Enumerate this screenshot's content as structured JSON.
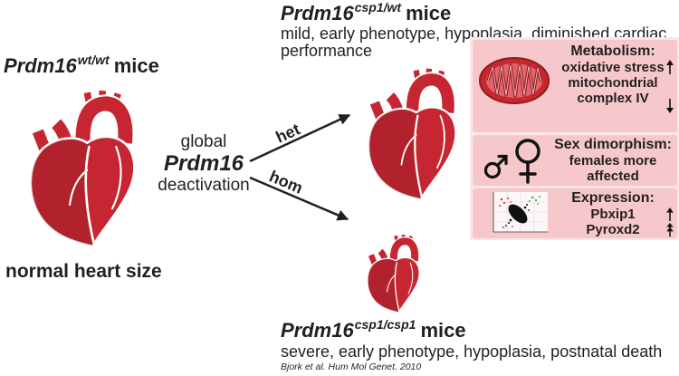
{
  "colors": {
    "heart": "#c62631",
    "box": "#f6c8cc",
    "panel": "#fce6e8",
    "text": "#231f20"
  },
  "wildtype": {
    "gene": "Prdm16",
    "genotype": "wt/wt",
    "suffix": "mice",
    "caption": "normal heart size",
    "illustration": "heart-icon"
  },
  "treatment": {
    "line1": "global",
    "gene": "Prdm16",
    "line3": "deactivation",
    "het_label": "het",
    "hom_label": "hom"
  },
  "heterozygous": {
    "gene": "Prdm16",
    "genotype": "csp1/wt",
    "suffix": "mice",
    "description": "mild, early phenotype, hypoplasia, diminished cardiac performance",
    "illustration": "heart-icon"
  },
  "homozygous": {
    "gene": "Prdm16",
    "genotype": "csp1/csp1",
    "suffix": "mice",
    "description": "severe, early phenotype, hypoplasia, postnatal death",
    "illustration": "heart-icon"
  },
  "citation": "Bjork et al. Hum Mol Genet. 2010",
  "findings": [
    {
      "heading": "Metabolism:",
      "lines": [
        "oxidative stress",
        "mitochondrial",
        "complex IV"
      ],
      "icon": "mitochondrion-icon",
      "indicators": [
        "arrow-up-icon",
        "arrow-down-icon"
      ]
    },
    {
      "heading": "Sex dimorphism:",
      "lines": [
        "females more",
        "affected"
      ],
      "icon": "sex-symbols-icon"
    },
    {
      "heading": "Expression:",
      "lines": [
        "Pbxip1",
        "Pyroxd2"
      ],
      "icon": "scatter-plot-icon",
      "indicators": [
        "arrow-up-icon",
        "double-arrow-up-icon"
      ]
    }
  ]
}
